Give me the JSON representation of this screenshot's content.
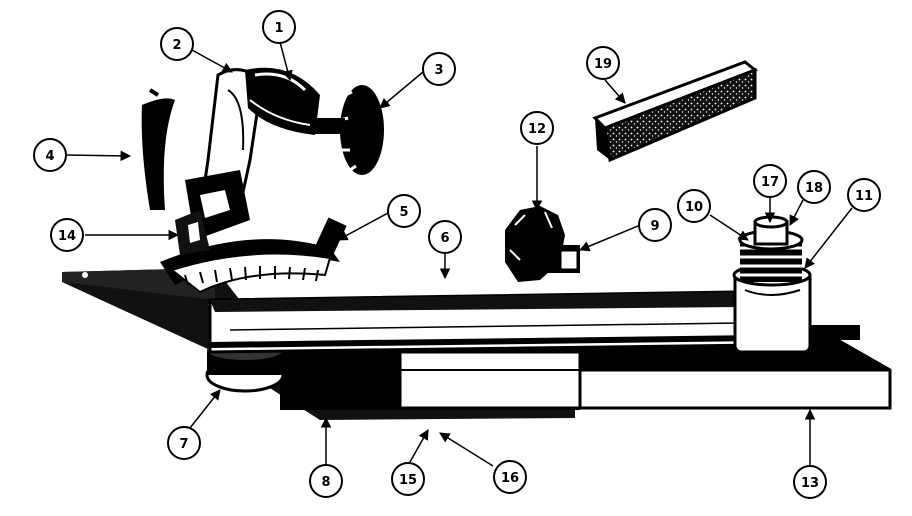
{
  "callouts": [
    {
      "id": "c1",
      "label": "1"
    },
    {
      "id": "c2",
      "label": "2"
    },
    {
      "id": "c3",
      "label": "3"
    },
    {
      "id": "c4",
      "label": "4"
    },
    {
      "id": "c5",
      "label": "5"
    },
    {
      "id": "c6",
      "label": "6"
    },
    {
      "id": "c7",
      "label": "7"
    },
    {
      "id": "c8",
      "label": "8"
    },
    {
      "id": "c9",
      "label": "9"
    },
    {
      "id": "c10",
      "label": "10"
    },
    {
      "id": "c11",
      "label": "11"
    },
    {
      "id": "c12",
      "label": "12"
    },
    {
      "id": "c13",
      "label": "13"
    },
    {
      "id": "c14",
      "label": "14"
    },
    {
      "id": "c15",
      "label": "15"
    },
    {
      "id": "c16",
      "label": "16"
    },
    {
      "id": "c17",
      "label": "17"
    },
    {
      "id": "c18",
      "label": "18"
    },
    {
      "id": "c19",
      "label": "19"
    }
  ],
  "colors": {
    "ink": "#000000",
    "paper": "#ffffff",
    "shade": "#3a3a3a"
  }
}
